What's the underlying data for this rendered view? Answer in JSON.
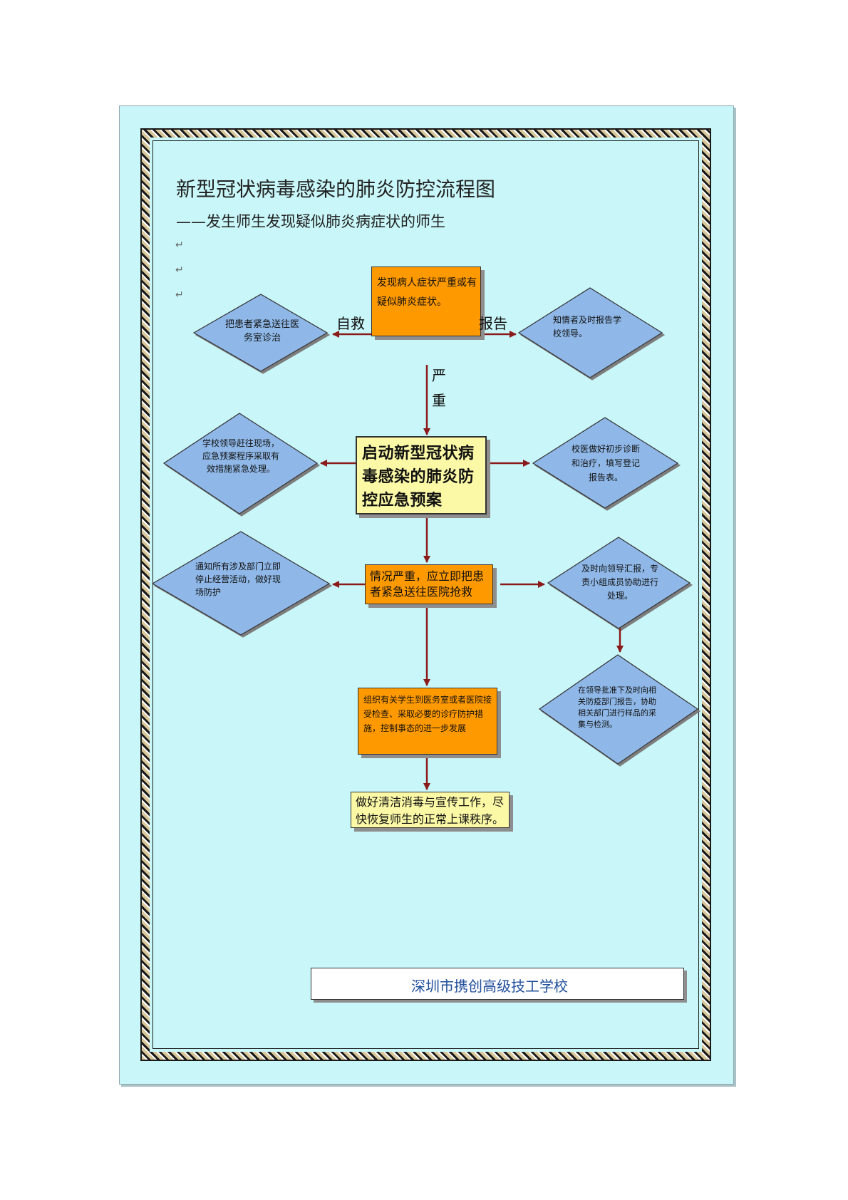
{
  "header": {
    "title": "新型冠状病毒感染的肺炎防控流程图",
    "subtitle": "——发生师生发现疑似肺炎病症状的师生"
  },
  "flow": {
    "top_box": "发现病人症状严重或有疑似肺炎症状。",
    "left_label": "自救",
    "right_label": "报告",
    "left_diamond_1": "把患者紧急送往医务室诊治",
    "right_diamond_1": "知情者及时报告学校领导。",
    "severe_label_1": "严",
    "severe_label_2": "重",
    "start_box": "启动新型冠状病毒感染的肺炎防控应急预案",
    "left_diamond_2": "学校领导赶往现场，应急预案程序采取有效措施紧急处理。",
    "right_diamond_2": "校医做好初步诊断和治疗，填写登记报告表。",
    "emergency_box": "情况严重，应立即把患者紧急送往医院抢救",
    "left_diamond_3": "通知所有涉及部门立即停止经营活动，做好现场防护",
    "right_diamond_3": "及时向领导汇报，专责小组成员协助进行处理。",
    "right_diamond_4": "在领导批准下及时向相关防疫部门报告，协助相关部门进行样品的采集与检测。",
    "organize_box": "组织有关学生到医务室或者医院接受检查、采取必要的诊疗防护措施，控制事态的进一步发展",
    "final_box": "做好清洁消毒与宣传工作，尽快恢复师生的正常上课秩序。"
  },
  "footer": {
    "school": "深圳市携创高级技工学校"
  },
  "colors": {
    "page_bg": "#c9f7f9",
    "orange": "#ff9900",
    "yellow": "#fbf8a6",
    "diamond": "#8fb8e8",
    "arrow": "#8b1a1a",
    "school_text": "#1f4e9b"
  }
}
